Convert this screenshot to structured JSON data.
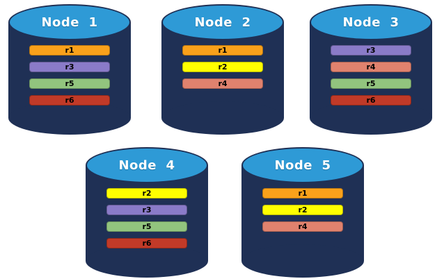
{
  "diagram": {
    "description": "Five database nodes holding replicated partitions",
    "nodes": [
      {
        "label": "Node  1",
        "replicas": [
          "r1",
          "r3",
          "r5",
          "r6"
        ]
      },
      {
        "label": "Node  2",
        "replicas": [
          "r1",
          "r2",
          "r4"
        ]
      },
      {
        "label": "Node  3",
        "replicas": [
          "r3",
          "r4",
          "r5",
          "r6"
        ]
      },
      {
        "label": "Node  4",
        "replicas": [
          "r2",
          "r3",
          "r5",
          "r6"
        ]
      },
      {
        "label": "Node  5",
        "replicas": [
          "r1",
          "r2",
          "r4"
        ]
      }
    ],
    "replica_colors": {
      "r1": "#F9A11B",
      "r2": "#FFFF00",
      "r3": "#8A7BC8",
      "r4": "#E0826E",
      "r5": "#92C47E",
      "r6": "#C13A28"
    },
    "node_colors": {
      "cylinder_body": "#1F3055",
      "cylinder_top": "#2E9AD6",
      "title_text": "#FFFFFF",
      "replica_text": "#000000"
    }
  }
}
